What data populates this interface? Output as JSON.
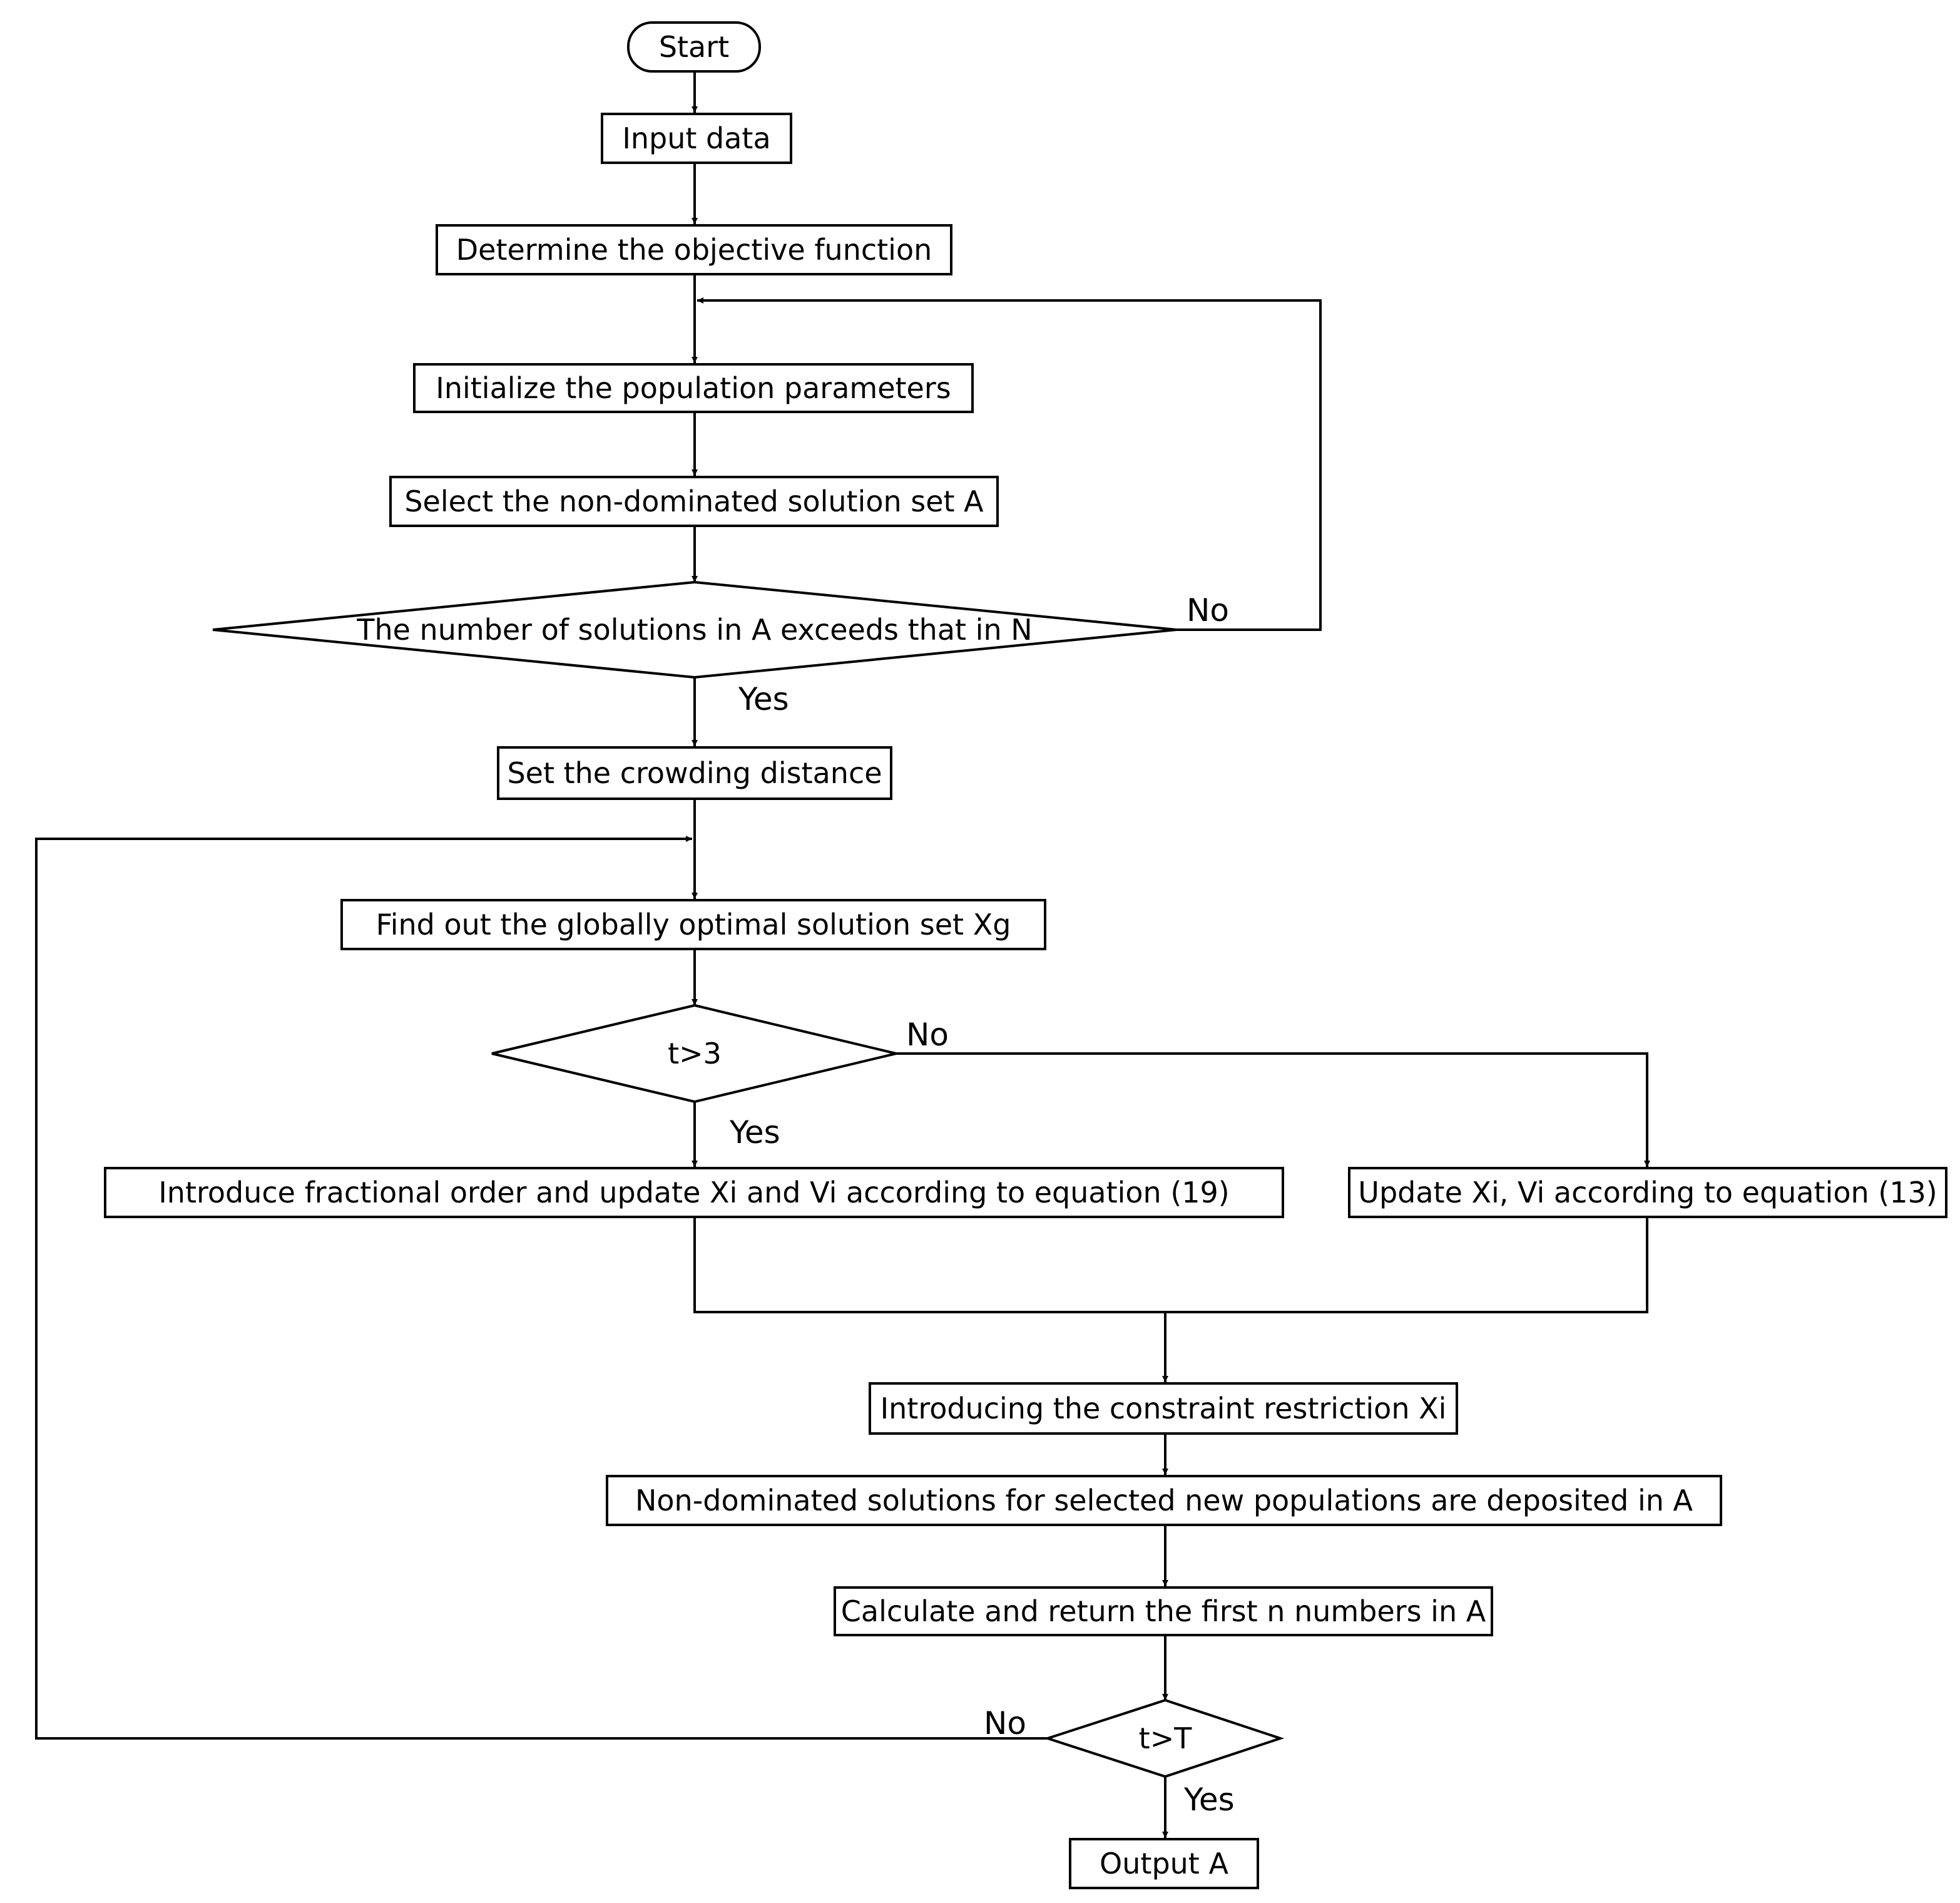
{
  "nodes": {
    "start": "Start",
    "input_data": "Input data",
    "objective": "Determine the objective function",
    "init_population": "Initialize the population parameters",
    "select_nondominated": "Select the non-dominated solution set A",
    "decision_count": "The number of solutions in A exceeds that in N",
    "crowding": "Set the crowding distance",
    "find_global": "Find out the globally optimal solution set Xg",
    "decision_t3": "t>3",
    "fractional_update": "Introduce fractional order and update Xi and Vi according to equation (19)",
    "update_13": "Update Xi, Vi according to equation (13)",
    "constraint": "Introducing the constraint restriction Xi",
    "deposit": "Non-dominated solutions for selected new populations are deposited in A",
    "calculate": "Calculate and return the first n numbers in A",
    "decision_tT": "t>T",
    "output": "Output A"
  },
  "labels": {
    "no_count": "No",
    "yes_count": "Yes",
    "no_t3": "No",
    "yes_t3": "Yes",
    "no_tT": "No",
    "yes_tT": "Yes"
  }
}
